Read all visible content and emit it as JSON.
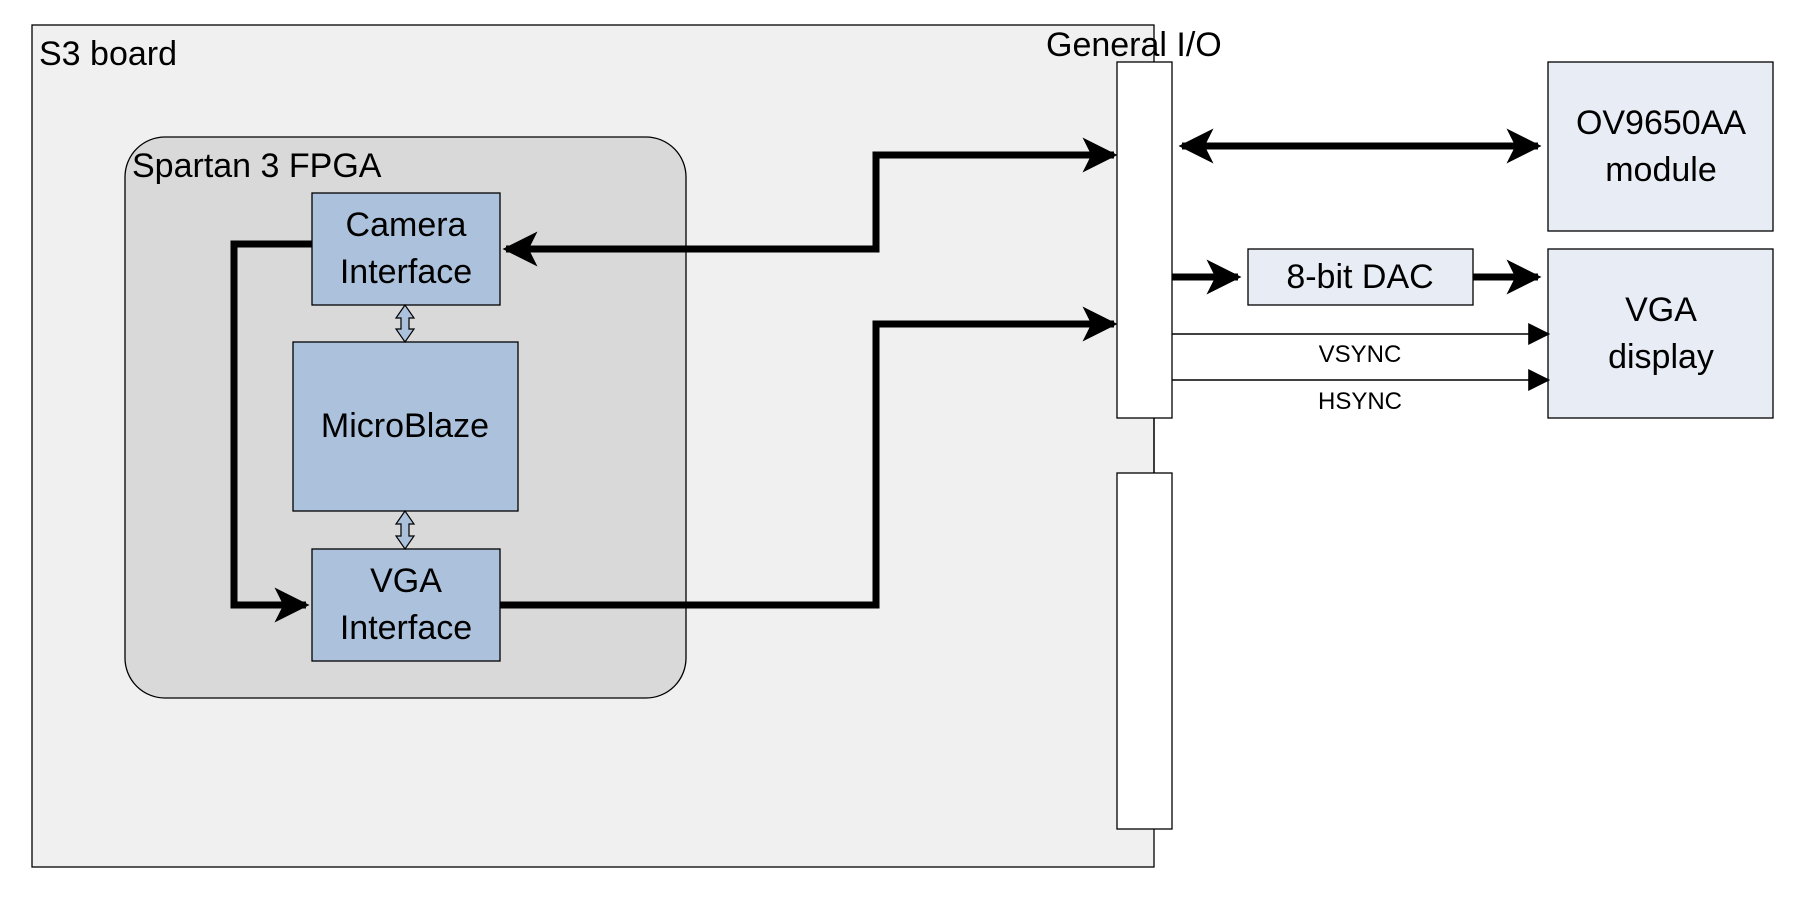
{
  "board": {
    "label": "S3 board"
  },
  "fpga": {
    "label": "Spartan 3 FPGA"
  },
  "blocks": {
    "camera_interface": {
      "line1": "Camera",
      "line2": "Interface"
    },
    "microblaze": {
      "label": "MicroBlaze"
    },
    "vga_interface": {
      "line1": "VGA",
      "line2": "Interface"
    }
  },
  "general_io": {
    "label": "General I/O"
  },
  "external": {
    "camera_module": {
      "line1": "OV9650AA",
      "line2": "module"
    },
    "dac": {
      "label": "8-bit DAC"
    },
    "vga_display": {
      "line1": "VGA",
      "line2": "display"
    }
  },
  "signals": {
    "vsync": "VSYNC",
    "hsync": "HSYNC"
  },
  "colors": {
    "board_fill": "#f0f0f0",
    "fpga_fill": "#d9d9d9",
    "block_fill": "#abc1dc",
    "external_fill": "#e8ecf5",
    "io_fill": "#ffffff",
    "line": "#000000"
  }
}
